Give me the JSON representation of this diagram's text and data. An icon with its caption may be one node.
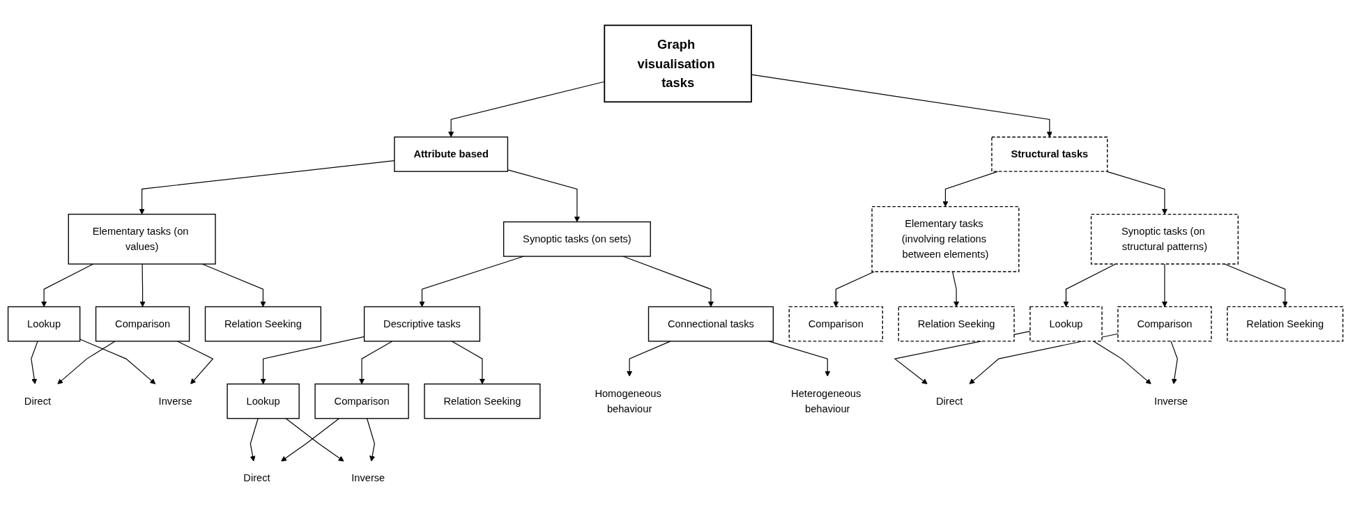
{
  "diagram": {
    "nodes": [
      {
        "text": [
          "Graph visualisation tasks"
        ]
      },
      {
        "text": [
          "Attribute based"
        ]
      },
      {
        "text": [
          "Structural tasks"
        ]
      },
      {
        "text": [
          "Elementary tasks (on values)"
        ]
      },
      {
        "text": [
          "Synoptic tasks (on sets)"
        ]
      },
      {
        "text": [
          "Lookup"
        ]
      },
      {
        "text": [
          "Comparison"
        ]
      },
      {
        "text": [
          "Relation Seeking"
        ]
      },
      {
        "text": [
          "Direct"
        ]
      },
      {
        "text": [
          "Inverse"
        ]
      },
      {
        "text": [
          "Descriptive tasks"
        ]
      },
      {
        "text": [
          "Connectional tasks"
        ]
      },
      {
        "text": [
          "Lookup"
        ]
      },
      {
        "text": [
          "Comparison"
        ]
      },
      {
        "text": [
          "Relation Seeking"
        ]
      },
      {
        "text": [
          "Direct"
        ]
      },
      {
        "text": [
          "Inverse"
        ]
      },
      {
        "text": [
          "Homogeneous behaviour"
        ]
      },
      {
        "text": [
          "Heterogeneous behaviour"
        ]
      },
      {
        "text": [
          "Elementary tasks (involving relations between elements)"
        ]
      },
      {
        "text": [
          "Synoptic tasks (on structural patterns)"
        ]
      },
      {
        "text": [
          "Comparison"
        ]
      },
      {
        "text": [
          "Relation Seeking"
        ]
      },
      {
        "text": [
          "Lookup"
        ]
      },
      {
        "text": [
          "Comparison"
        ]
      },
      {
        "text": [
          "Relation Seeking"
        ]
      },
      {
        "text": [
          "Direct"
        ]
      },
      {
        "text": [
          "Inverse"
        ]
      }
    ],
    "edges": [
      {
        "from": 0,
        "to": 1,
        "arrow": "to"
      },
      {
        "from": 0,
        "to": 2,
        "arrow": "to"
      },
      {
        "from": 1,
        "to": 3,
        "arrow": "to"
      },
      {
        "from": 1,
        "to": 4,
        "arrow": "to"
      },
      {
        "from": 3,
        "to": 5,
        "arrow": "to"
      },
      {
        "from": 3,
        "to": 6,
        "arrow": "to"
      },
      {
        "from": 3,
        "to": 7,
        "arrow": "to"
      },
      {
        "from": 5,
        "to": 8,
        "arrow": "to"
      },
      {
        "from": 5,
        "to": 9,
        "arrow": "to"
      },
      {
        "from": 6,
        "to": 8,
        "arrow": "to"
      },
      {
        "from": 6,
        "to": 9,
        "arrow": "to"
      },
      {
        "from": 4,
        "to": 10,
        "arrow": "to"
      },
      {
        "from": 4,
        "to": 11,
        "arrow": "to"
      },
      {
        "from": 10,
        "to": 12,
        "arrow": "to"
      },
      {
        "from": 10,
        "to": 13,
        "arrow": "to"
      },
      {
        "from": 10,
        "to": 14,
        "arrow": "to"
      },
      {
        "from": 12,
        "to": 15,
        "arrow": "to"
      },
      {
        "from": 12,
        "to": 16,
        "arrow": "to"
      },
      {
        "from": 13,
        "to": 15,
        "arrow": "to"
      },
      {
        "from": 13,
        "to": 16,
        "arrow": "to"
      },
      {
        "from": 11,
        "to": 17,
        "arrow": "to"
      },
      {
        "from": 11,
        "to": 18,
        "arrow": "to"
      },
      {
        "from": 2,
        "to": 19,
        "arrow": "to"
      },
      {
        "from": 2,
        "to": 20,
        "arrow": "to"
      },
      {
        "from": 19,
        "to": 21,
        "arrow": "to"
      },
      {
        "from": 19,
        "to": 22,
        "arrow": "to"
      },
      {
        "from": 20,
        "to": 23,
        "arrow": "to"
      },
      {
        "from": 20,
        "to": 24,
        "arrow": "to"
      },
      {
        "from": 20,
        "to": 25,
        "arrow": "to"
      },
      {
        "from": 23,
        "to": 26,
        "arrow": "to"
      },
      {
        "from": 23,
        "to": 27,
        "arrow": "to"
      },
      {
        "from": 24,
        "to": 26,
        "arrow": "to"
      },
      {
        "from": 24,
        "to": 27,
        "arrow": "to"
      }
    ]
  }
}
